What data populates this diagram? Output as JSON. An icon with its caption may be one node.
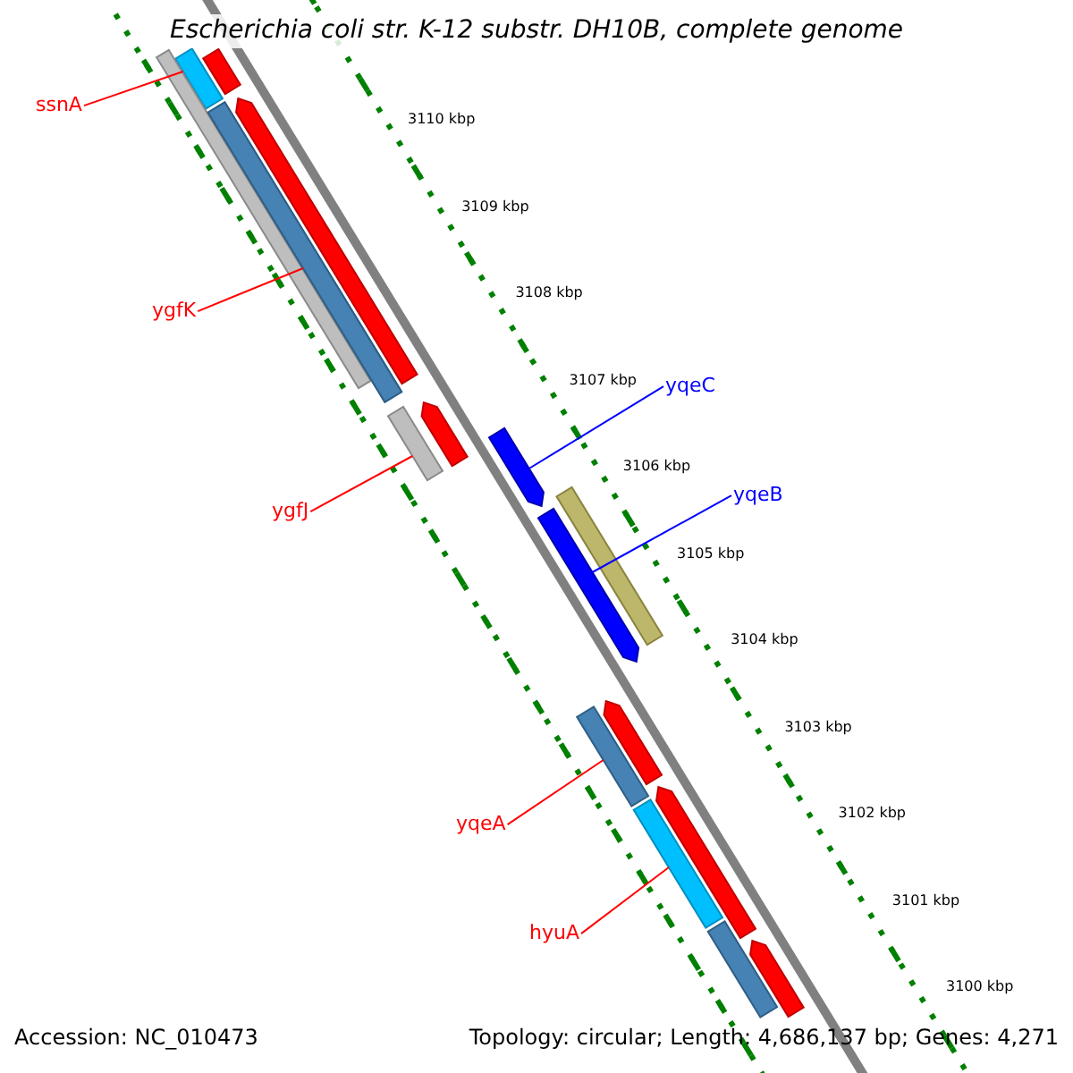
{
  "diagram": {
    "title": "Escherichia coli str. K-12 substr. DH10B, complete genome",
    "nodes": [
      {
        "text": [
          "ssnA"
        ]
      },
      {
        "text": [],
        "shape": "bar"
      },
      {
        "text": [
          "ygfK"
        ]
      },
      {
        "text": [],
        "shape": "bar"
      },
      {
        "text": [
          "yqeC"
        ]
      },
      {
        "text": [],
        "shape": "bar"
      },
      {
        "text": [
          "ygfJ"
        ]
      },
      {
        "text": [],
        "shape": "bar"
      },
      {
        "text": [
          "yqeB"
        ]
      },
      {
        "text": [],
        "shape": "bar"
      },
      {
        "text": [
          "yqeA"
        ]
      },
      {
        "text": [],
        "shape": "bar"
      },
      {
        "text": [
          "hyuA"
        ]
      },
      {
        "text": [],
        "shape": "bar"
      },
      {
        "text": [],
        "shape": "bar"
      },
      {
        "text": [],
        "shape": "bar"
      },
      {
        "text": [],
        "shape": "bar"
      },
      {
        "text": [],
        "shape": "bar"
      },
      {
        "text": [],
        "shape": "bar"
      },
      {
        "text": [],
        "shape": "bar"
      },
      {
        "text": [],
        "shape": "bar"
      },
      {
        "text": [],
        "shape": "bar"
      },
      {
        "text": [],
        "shape": "bar"
      },
      {
        "text": [],
        "shape": "bar"
      }
    ],
    "edges": [
      {
        "from": 0,
        "to": 1,
        "arrow": "none"
      },
      {
        "from": 2,
        "to": 3,
        "arrow": "none"
      },
      {
        "from": 4,
        "to": 5,
        "arrow": "none",
        "color": "#0000ff"
      },
      {
        "from": 6,
        "to": 7,
        "arrow": "none"
      },
      {
        "from": 8,
        "to": 9,
        "arrow": "none",
        "color": "#0000ff"
      },
      {
        "from": 10,
        "to": 11,
        "arrow": "none"
      },
      {
        "from": 12,
        "to": 13,
        "arrow": "none"
      }
    ],
    "labels": [
      "3110 kbp",
      "3109 kbp",
      "3108 kbp",
      "3107 kbp",
      "3106 kbp",
      "3105 kbp",
      "3104 kbp",
      "3103 kbp",
      "3102 kbp",
      "3101 kbp",
      "3100 kbp",
      "Accession: NC_010473",
      "Topology: circular; Length: 4,686,137 bp; Genes: 4,271"
    ]
  }
}
